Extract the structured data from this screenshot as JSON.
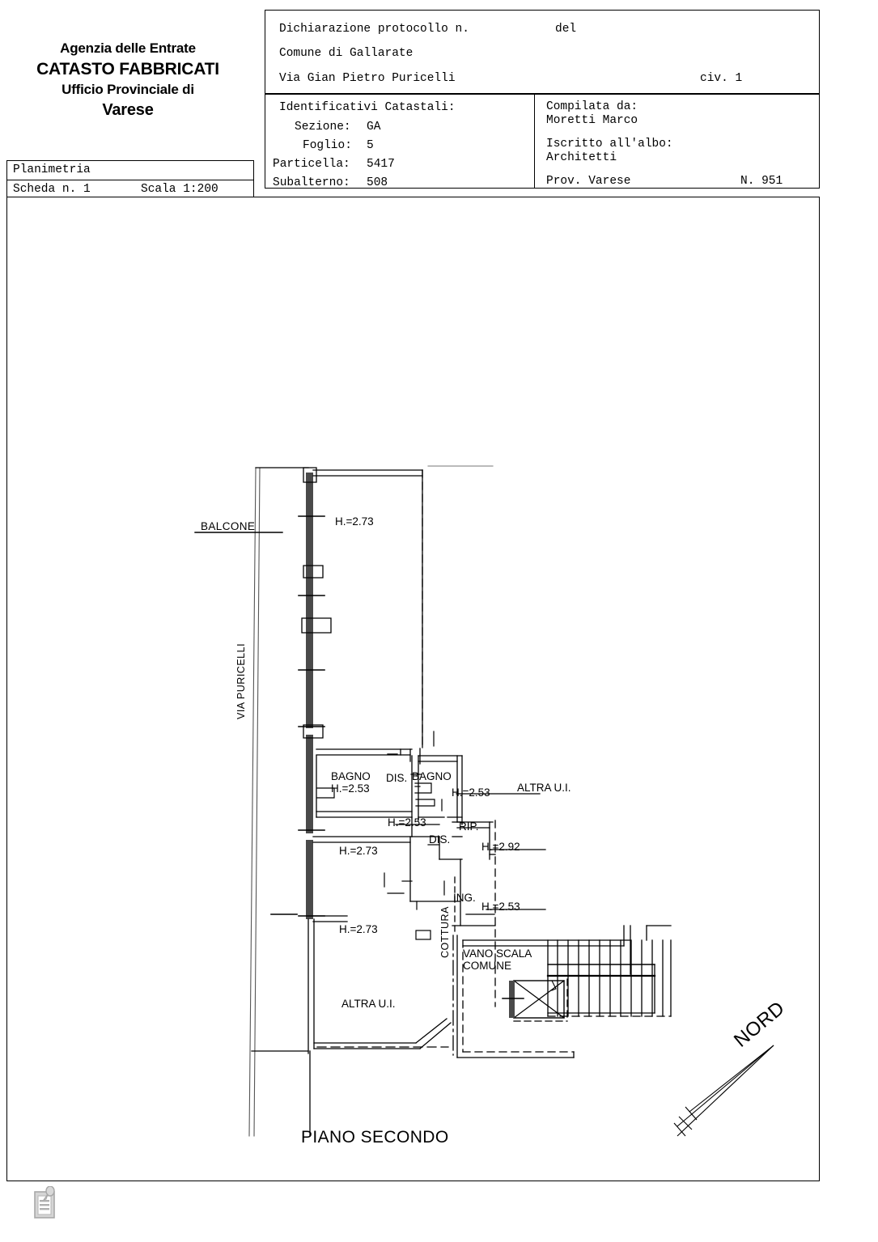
{
  "agency": {
    "line1": "Agenzia delle Entrate",
    "line2": "CATASTO FABBRICATI",
    "line3": "Ufficio Provinciale di",
    "line4": "Varese"
  },
  "planimetria_box": {
    "title": "Planimetria",
    "scheda": "Scheda n. 1",
    "scala": "Scala 1:200"
  },
  "header": {
    "declaration": "Dichiarazione protocollo n.",
    "declaration_del": "del",
    "comune": "Comune di Gallarate",
    "via": "Via Gian Pietro Puricelli",
    "civico": "civ. 1"
  },
  "identificativi": {
    "title": "Identificativi Catastali:",
    "sezione_label": "Sezione:",
    "sezione_value": "GA",
    "foglio_label": "Foglio:",
    "foglio_value": "5",
    "particella_label": "Particella:",
    "particella_value": "5417",
    "subalterno_label": "Subalterno:",
    "subalterno_value": "508"
  },
  "compilata": {
    "title": "Compilata da:",
    "name": "Moretti Marco",
    "albo_title": "Iscritto all'albo:",
    "albo_value": "Architetti",
    "prov": "Prov. Varese",
    "numero": "N. 951"
  },
  "plan": {
    "floor_label": "PIANO SECONDO",
    "north_label": "NORD",
    "street_label": "VIA PURICELLI",
    "balcone": "BALCONE",
    "cottura": "COTTURA",
    "vano_scala_1": "VANO SCALA",
    "vano_scala_2": "COMUNE",
    "altra_ui_right": "ALTRA U.I.",
    "altra_ui_bottom": "ALTRA U.I.",
    "rooms": [
      {
        "name": "",
        "height": "H.=2.73"
      },
      {
        "name": "BAGNO",
        "height": "H.=2.53"
      },
      {
        "name": "DIS.",
        "height": ""
      },
      {
        "name": "BAGNO",
        "height": "H.=2.53"
      },
      {
        "name": "",
        "height": "H.=2.53"
      },
      {
        "name": "DIS.",
        "height": ""
      },
      {
        "name": "RIP.",
        "height": "H.=2.92"
      },
      {
        "name": "",
        "height": "H.=2.73"
      },
      {
        "name": "ING.",
        "height": "H.=2.53"
      },
      {
        "name": "",
        "height": "H.=2.73"
      }
    ],
    "labels": {
      "h_top": "H.=2.73",
      "bagno_left": "BAGNO",
      "bagno_left_h": "H.=2.53",
      "dis_1": "DIS.",
      "bagno_right": "BAGNO",
      "bagno_right_h": "H.=2.53",
      "h_mid_corridor": "H.=2.53",
      "dis_2": "DIS.",
      "rip": "RIP.",
      "h_rip": "H.=2.92",
      "h_left_mid": "H.=2.73",
      "ing": "ING.",
      "h_ing": "H.=2.53",
      "h_cucina": "H.=2.73"
    }
  },
  "colors": {
    "ink": "#000000",
    "wall_gray": "#7a7a7a",
    "icon_gray": "#c8c8c8"
  }
}
